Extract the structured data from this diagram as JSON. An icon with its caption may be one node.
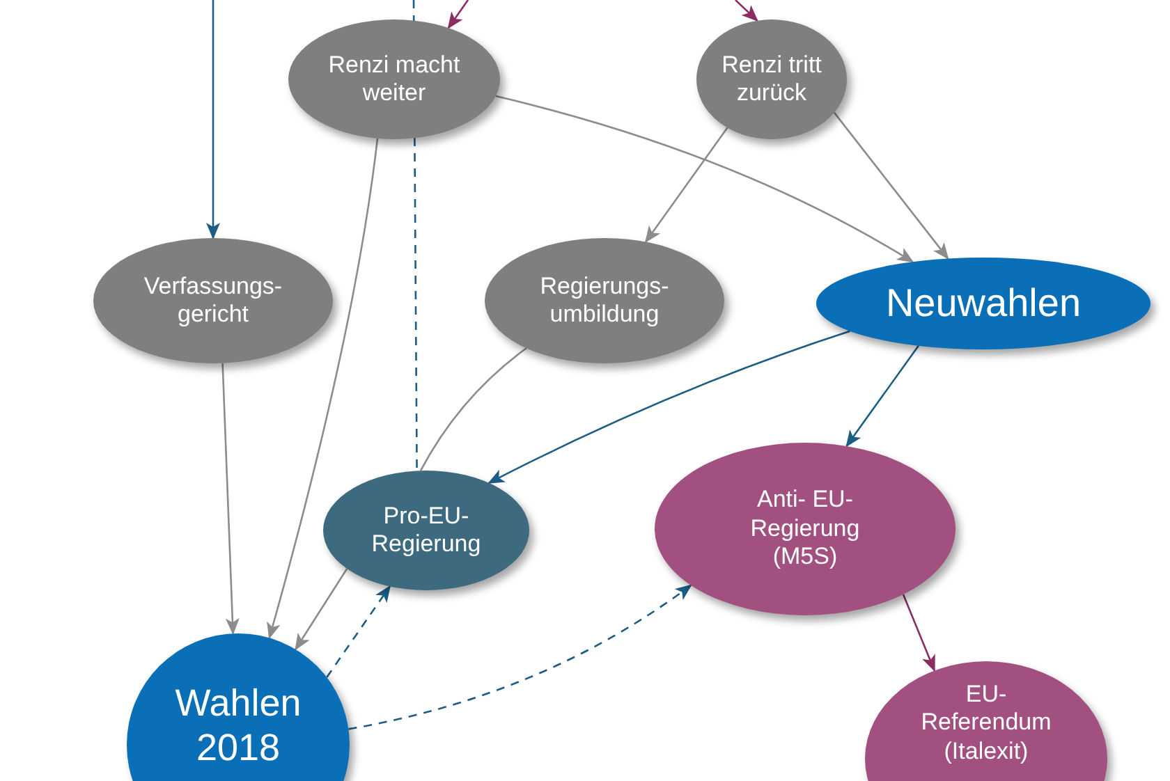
{
  "diagram": {
    "nodes": [
      {
        "text": [
          "Renzi macht weiter"
        ]
      },
      {
        "text": [
          "Renzi tritt zurück"
        ]
      },
      {
        "text": [
          "Verfassungs- gericht"
        ]
      },
      {
        "text": [
          "Regierungs- umbildung"
        ]
      },
      {
        "text": [
          "Neuwahlen"
        ]
      },
      {
        "text": [
          "Pro-EU- Regierung"
        ]
      },
      {
        "text": [
          "Anti- EU-Regierung (M5S)"
        ]
      },
      {
        "text": [
          "Wahlen 2018"
        ]
      },
      {
        "text": [
          "EU- Referendum (Italexit)"
        ]
      }
    ],
    "edges": [
      {
        "from": null,
        "to": 2,
        "arrow": "to",
        "color": "#1b5d85"
      },
      {
        "from": null,
        "to": 0,
        "arrow": "to",
        "color": "#8b2d63"
      },
      {
        "from": null,
        "to": 1,
        "arrow": "to",
        "color": "#8b2d63"
      },
      {
        "from": null,
        "to": 5,
        "arrow": "none",
        "style": "dashed",
        "color": "#1b5d85"
      },
      {
        "from": 0,
        "to": 7,
        "arrow": "to"
      },
      {
        "from": 0,
        "to": 4,
        "arrow": "to"
      },
      {
        "from": 1,
        "to": 3,
        "arrow": "to"
      },
      {
        "from": 1,
        "to": 4,
        "arrow": "to"
      },
      {
        "from": 2,
        "to": 7,
        "arrow": "to"
      },
      {
        "from": 3,
        "to": 5,
        "arrow": "none"
      },
      {
        "from": 4,
        "to": 5,
        "arrow": "to",
        "color": "#1b5d85"
      },
      {
        "from": 4,
        "to": 6,
        "arrow": "to",
        "color": "#1b5d85"
      },
      {
        "from": 5,
        "to": 7,
        "arrow": "to"
      },
      {
        "from": 7,
        "to": 5,
        "arrow": "to",
        "style": "dashed",
        "color": "#1b5d85"
      },
      {
        "from": 7,
        "to": 6,
        "arrow": "to",
        "style": "dashed",
        "color": "#1b5d85"
      },
      {
        "from": 6,
        "to": 8,
        "arrow": "to",
        "color": "#8b2d63"
      }
    ]
  }
}
